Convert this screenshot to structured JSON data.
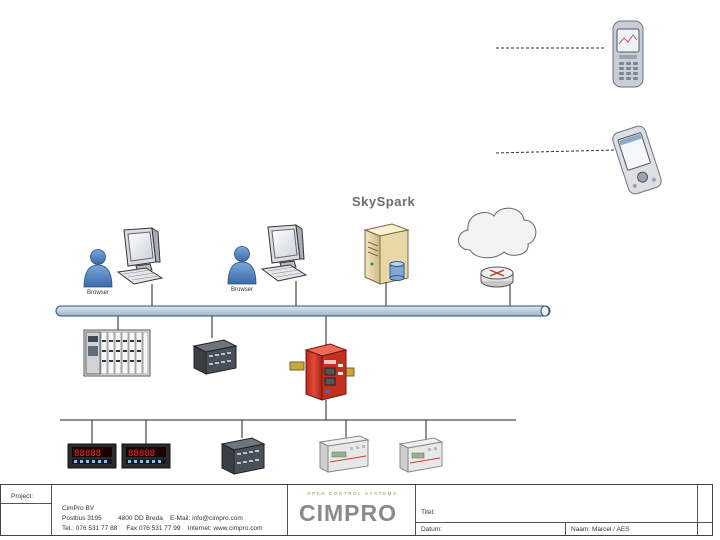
{
  "diagram": {
    "server_title": "SkySpark",
    "workstations": [
      {
        "label": "Browser"
      },
      {
        "label": "Browser"
      }
    ]
  },
  "title_block": {
    "project_label": "Project:",
    "company": {
      "name": "CimPro BV",
      "line1": "Postbus 3195         4800 DD Breda    E-Mail: info@cimpro.com",
      "line2": "Tel.: 076 531 77 88     Fax 076 531 77 99    Internet: www.cimpro.com"
    },
    "logo": {
      "tagline": "OPEN CONTROL SYSTEMS",
      "wordmark": "CIMPRO"
    },
    "title_label": "Titel:",
    "date_label": "Datum:",
    "name_label": "Naam: Marcel / AES"
  },
  "colors": {
    "bus_fill": "#b9cde0",
    "bus_stroke": "#33526f",
    "person_blue": "#4f86c6",
    "red_device": "#d93b2b",
    "logo_green": "#7aa84a",
    "logo_gray": "#8a8a8a"
  },
  "icons": [
    "phone-icon",
    "pda-icon",
    "cloud-icon",
    "router-icon",
    "server-icon",
    "monitor-icon",
    "user-icon",
    "plc-rack-icon",
    "controller-icon",
    "gateway-icon",
    "display-meter-icon",
    "energy-meter-icon"
  ]
}
